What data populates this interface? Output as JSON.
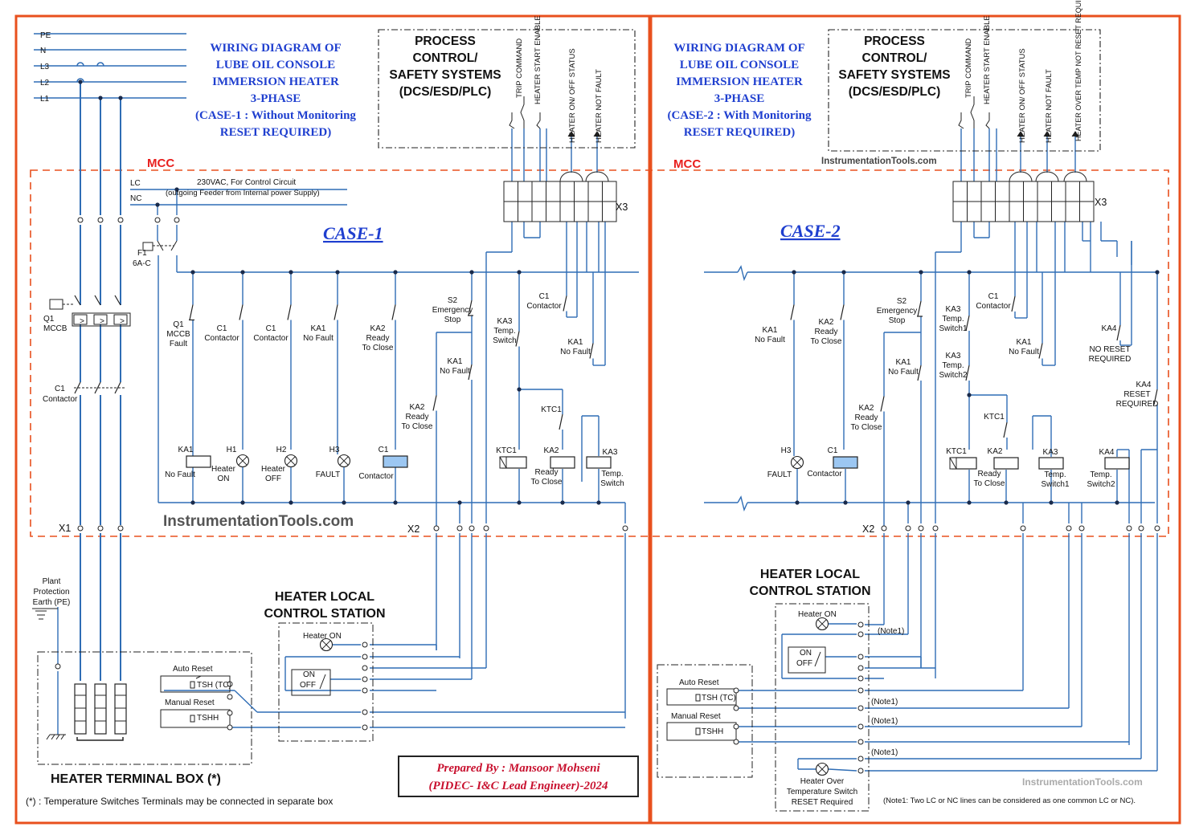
{
  "colors": {
    "wire": "#2f6db5",
    "frame": "#e8501e",
    "mcc": "#e8501e",
    "title": "#1f3fcf",
    "credit": "#c8102e",
    "text": "#111111",
    "coil": "#9cc7f2",
    "watermark": "#555555"
  },
  "case1": {
    "title_lines": [
      "WIRING DIAGRAM OF",
      "LUBE OIL CONSOLE",
      "IMMERSION HEATER",
      "3-PHASE",
      "(CASE-1 : Without Monitoring",
      "RESET REQUIRED)"
    ],
    "case_label": "CASE-1",
    "pcs_lines": [
      "PROCESS",
      "CONTROL/",
      "SAFETY SYSTEMS",
      "(DCS/ESD/PLC)"
    ],
    "pcs_signals": [
      "TRIP COMMAND",
      "HEATER START ENABLE",
      "HEATER ON/ OFF STATUS",
      "HEATER NOT FAULT"
    ],
    "supply_phases": [
      "PE",
      "N",
      "L3",
      "L2",
      "L1"
    ],
    "mcc": "MCC",
    "lc": "LC",
    "nc": "NC",
    "supply_note_1": "230VAC, For Control Circuit",
    "supply_note_2": "(outgoing Feeder from Internal power Supply)",
    "fuse_label": "F1",
    "fuse_rating": "6A-C",
    "mccb_label": "Q1",
    "mccb_sub": "MCCB",
    "c1_power_label": "C1",
    "c1_power_sub": "Contactor",
    "x1": "X1",
    "x2": "X2",
    "x3": "X3",
    "contacts": [
      {
        "tag": "Q1",
        "sub": "MCCB",
        "sub2": "Fault"
      },
      {
        "tag": "C1",
        "sub": "Contactor",
        "sub2": ""
      },
      {
        "tag": "C1",
        "sub": "Contactor",
        "sub2": ""
      },
      {
        "tag": "KA1",
        "sub": "No Fault",
        "sub2": ""
      },
      {
        "tag": "KA2",
        "sub": "Ready",
        "sub2": "To Close"
      },
      {
        "tag": "S2",
        "sub": "Emergency",
        "sub2": "Stop"
      },
      {
        "tag": "KA1",
        "sub": "No Fault",
        "sub2": ""
      },
      {
        "tag": "KA2",
        "sub": "Ready",
        "sub2": "To Close"
      },
      {
        "tag": "KA3",
        "sub": "Temp.",
        "sub2": "Switch"
      },
      {
        "tag": "KTC1",
        "sub": "",
        "sub2": ""
      },
      {
        "tag": "C1",
        "sub": "Contactor",
        "sub2": ""
      },
      {
        "tag": "KA1",
        "sub": "No Fault",
        "sub2": ""
      }
    ],
    "loads": [
      {
        "tag": "KA1",
        "sub": "No Fault",
        "sub2": ""
      },
      {
        "tag": "H1",
        "sub": "Heater",
        "sub2": "ON"
      },
      {
        "tag": "H2",
        "sub": "Heater",
        "sub2": "OFF"
      },
      {
        "tag": "H3",
        "sub": "FAULT",
        "sub2": ""
      },
      {
        "tag": "C1",
        "sub": "Contactor",
        "sub2": ""
      },
      {
        "tag": "KTC1",
        "sub": "",
        "sub2": ""
      },
      {
        "tag": "KA2",
        "sub": "Ready",
        "sub2": "To Close"
      },
      {
        "tag": "KA3",
        "sub": "Temp.",
        "sub2": "Switch"
      }
    ],
    "pe_lines": [
      "Plant",
      "Protection",
      "Earth (PE)"
    ],
    "local_station": [
      "HEATER LOCAL",
      "CONTROL STATION"
    ],
    "heater_on": "Heater ON",
    "on": "ON",
    "off": "OFF",
    "auto_reset": "Auto Reset",
    "manual_reset": "Manual Reset",
    "tsh": "TSH (TC)",
    "tshh": "TSHH",
    "terminal_box": "HEATER TERMINAL BOX (*)",
    "footnote": "(*) : Temperature Switches Terminals may be connected in separate box"
  },
  "case2": {
    "title_lines": [
      "WIRING DIAGRAM OF",
      "LUBE OIL CONSOLE",
      "IMMERSION HEATER",
      "3-PHASE",
      "(CASE-2 : With Monitoring",
      "RESET REQUIRED)"
    ],
    "case_label": "CASE-2",
    "pcs_lines": [
      "PROCESS",
      "CONTROL/",
      "SAFETY SYSTEMS",
      "(DCS/ESD/PLC)"
    ],
    "pcs_signals": [
      "TRIP COMMAND",
      "HEATER START ENABLE",
      "HEATER ON/ OFF STATUS",
      "HEATER NOT FAULT",
      "HEATER OVER TEMP NOT RESET REQUIRED"
    ],
    "mcc": "MCC",
    "x2": "X2",
    "x3": "X3",
    "contacts": [
      {
        "tag": "KA1",
        "sub": "No Fault",
        "sub2": ""
      },
      {
        "tag": "KA2",
        "sub": "Ready",
        "sub2": "To Close"
      },
      {
        "tag": "S2",
        "sub": "Emergency",
        "sub2": "Stop"
      },
      {
        "tag": "KA1",
        "sub": "No Fault",
        "sub2": ""
      },
      {
        "tag": "KA2",
        "sub": "Ready",
        "sub2": "To Close"
      },
      {
        "tag": "KA3",
        "sub": "Temp.",
        "sub2": "Switch1"
      },
      {
        "tag": "KA3",
        "sub": "Temp.",
        "sub2": "Switch2"
      },
      {
        "tag": "KTC1",
        "sub": "",
        "sub2": ""
      },
      {
        "tag": "C1",
        "sub": "Contactor",
        "sub2": ""
      },
      {
        "tag": "KA1",
        "sub": "No Fault",
        "sub2": ""
      },
      {
        "tag": "KA4",
        "sub": "NO RESET",
        "sub2": "REQUIRED"
      },
      {
        "tag": "KA4",
        "sub": "RESET",
        "sub2": "REQUIRED"
      }
    ],
    "loads": [
      {
        "tag": "H3",
        "sub": "FAULT",
        "sub2": ""
      },
      {
        "tag": "C1",
        "sub": "Contactor",
        "sub2": ""
      },
      {
        "tag": "KTC1",
        "sub": "",
        "sub2": ""
      },
      {
        "tag": "KA2",
        "sub": "Ready",
        "sub2": "To Close"
      },
      {
        "tag": "KA3",
        "sub": "Temp.",
        "sub2": "Switch1"
      },
      {
        "tag": "KA4",
        "sub": "Temp.",
        "sub2": "Switch2"
      }
    ],
    "local_station": [
      "HEATER LOCAL",
      "CONTROL STATION"
    ],
    "heater_on": "Heater ON",
    "on": "ON",
    "off": "OFF",
    "auto_reset": "Auto Reset",
    "manual_reset": "Manual Reset",
    "tsh": "TSH (TC)",
    "tshh": "TSHH",
    "note1": "(Note1)",
    "over_temp_lines": [
      "Heater Over",
      "Temperature Switch",
      "RESET Required"
    ],
    "note": "(Note1: Two LC or NC lines can be considered as one common LC or NC)."
  },
  "credit_lines": [
    "Prepared By : Mansoor Mohseni",
    "(PIDEC- I&C Lead Engineer)-2024"
  ],
  "watermark": "InstrumentationTools.com"
}
